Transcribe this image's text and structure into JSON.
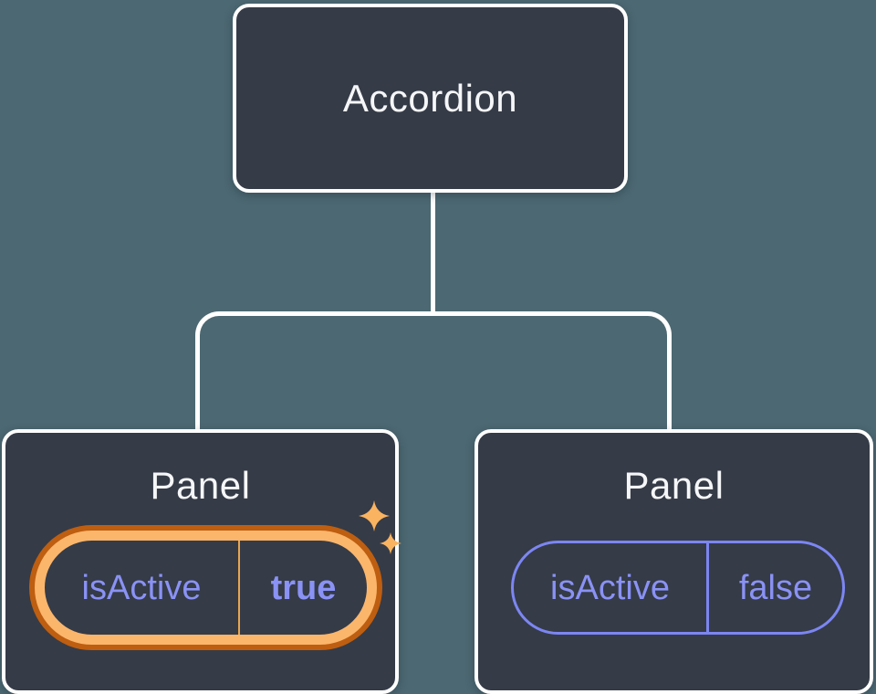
{
  "theme": {
    "background": "#4C6872",
    "node_fill": "#353B47",
    "node_border": "#FFFFFF",
    "connector": "#FFFFFF",
    "text_primary": "#F5F6F8",
    "state_text": "#8A92F5",
    "state_border": "#7C86F2",
    "highlight_outer": "#BE5E10",
    "highlight_inner": "#FBB66C",
    "highlight_divider": "#E9A64F",
    "sparkle": "#FAB360"
  },
  "tree": {
    "root": {
      "label": "Accordion"
    },
    "children": [
      {
        "label": "Panel",
        "state": {
          "key": "isActive",
          "value": "true"
        },
        "highlighted": true,
        "icon": "sparkles-icon"
      },
      {
        "label": "Panel",
        "state": {
          "key": "isActive",
          "value": "false"
        },
        "highlighted": false
      }
    ]
  }
}
